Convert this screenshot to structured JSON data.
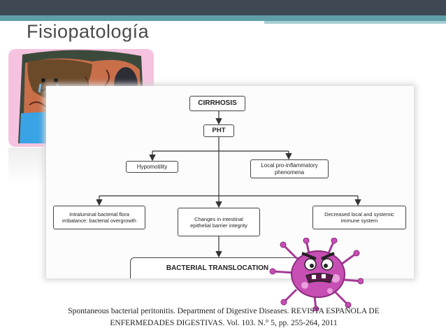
{
  "slide": {
    "title": "Fisiopatología"
  },
  "diagram": {
    "cirrhosis": "CIRRHOSIS",
    "pht": "PHT",
    "hypomotility": "Hypomotility",
    "local_inflammatory_line1": "Local pro-inflammatory",
    "local_inflammatory_line2": "phenomena",
    "bacterial_flora_line1": "Intraluminal bacterial flora",
    "bacterial_flora_line2": "imbalance: bacterial overgrowth",
    "barrier_line1": "Changes in intestinal",
    "barrier_line2": "epithelial barrier integrity",
    "immune_line1": "Decreased local and systemic",
    "immune_line2": "immune system",
    "translocation": "BACTERIAL TRANSLOCATION"
  },
  "citation": {
    "line1": "Spontaneous bacterial peritonitis. Department of Digestive Diseases. REVISTA ESPAÑOLA DE",
    "line2": "ENFERMEDADES DIGESTIVAS. Vol. 103. N.° 5, pp. 255-264, 2011"
  },
  "colors": {
    "header_dark": "#3e4853",
    "header_accent": "#5f9ea6",
    "illustration_bg": "#f5c3df",
    "bug_body": "#c74fb4"
  }
}
